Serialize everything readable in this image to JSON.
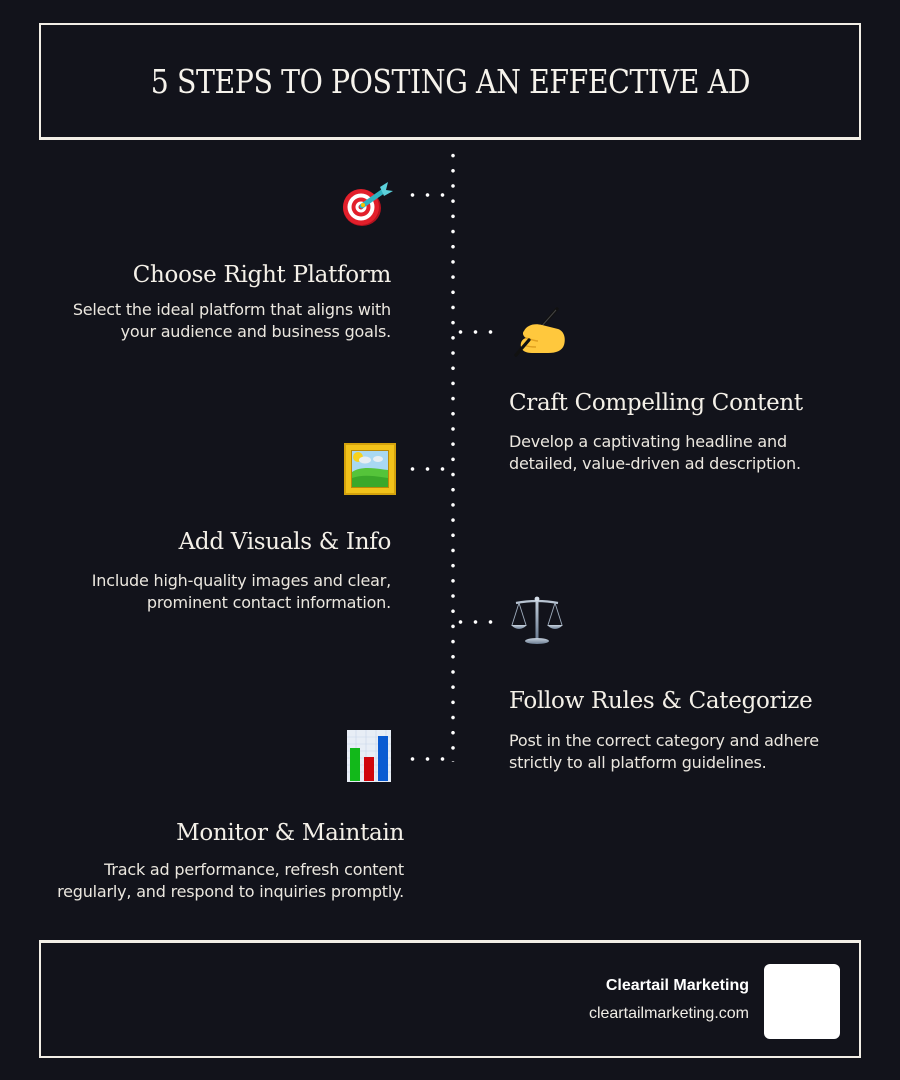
{
  "header": {
    "title": "5 STEPS TO POSTING AN EFFECTIVE AD"
  },
  "colors": {
    "background": "#12131b",
    "border": "#f2eee6",
    "text": "#f4f0e8",
    "timeline_dots": "#ffffff"
  },
  "steps": [
    {
      "icon": "direct-hit-target-icon",
      "title": "Choose Right Platform",
      "description": "Select the ideal platform that aligns with\nyour audience and business goals.",
      "side": "left"
    },
    {
      "icon": "writing-hand-icon",
      "title": "Craft Compelling Content",
      "description": "Develop a captivating headline and\ndetailed, value-driven ad description.",
      "side": "right"
    },
    {
      "icon": "framed-picture-icon",
      "title": "Add Visuals & Info",
      "description": "Include high-quality images and clear,\nprominent contact information.",
      "side": "left"
    },
    {
      "icon": "balance-scale-icon",
      "title": "Follow Rules & Categorize",
      "description": "Post in the correct category and adhere\nstrictly to all platform guidelines.",
      "side": "right"
    },
    {
      "icon": "bar-chart-icon",
      "title": "Monitor & Maintain",
      "description": "Track ad performance, refresh content\nregularly, and respond to inquiries promptly.",
      "side": "left"
    }
  ],
  "footer": {
    "brand_name": "Cleartail Marketing",
    "brand_url": "cleartailmarketing.com"
  }
}
